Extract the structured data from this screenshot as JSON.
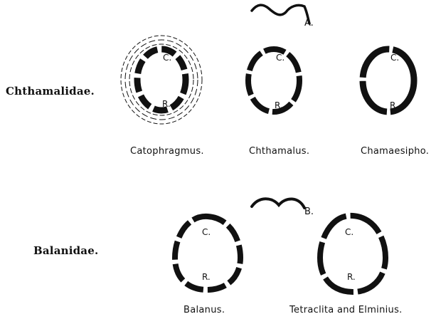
{
  "families": {
    "chthamalidae": "Chthamalidae.",
    "balanidae": "Balanidae."
  },
  "genera": {
    "catophragmus": "Catophragmus.",
    "chthamalus": "Chthamalus.",
    "chamaesipho": "Chamaesipho.",
    "balanus": "Balanus.",
    "tetraclita": "Tetraclita and Elminius."
  },
  "plate_labels": {
    "carina": "C.",
    "rostrum": "R."
  },
  "profile_labels": {
    "a": "A.",
    "b": "B."
  },
  "colors": {
    "ink": "#111111",
    "paper": "#ffffff"
  }
}
